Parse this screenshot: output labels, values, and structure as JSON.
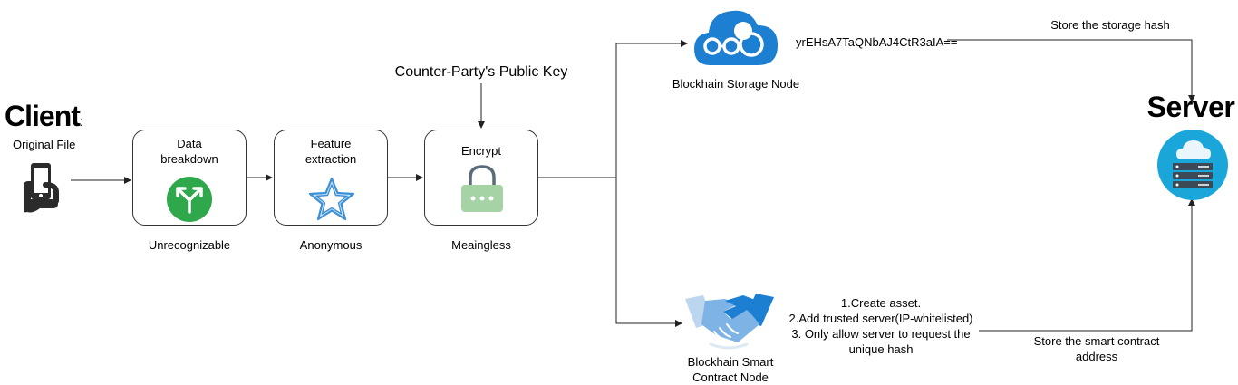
{
  "client": {
    "title": "Client",
    "colon": ":",
    "subtitle": "Original File",
    "icon": "phone-in-hand-icon"
  },
  "steps": [
    {
      "title": "Data\nbreakdown",
      "caption": "Unrecognizable",
      "icon": "branch-split-icon",
      "icon_color": "#2ea84a"
    },
    {
      "title": "Feature\nextraction",
      "caption": "Anonymous",
      "icon": "star-outline-icon",
      "icon_color": "#3c8fd6"
    },
    {
      "title": "Encrypt",
      "caption": "Meaingless",
      "icon": "padlock-icon",
      "icon_color": "#a6d3a6"
    }
  ],
  "public_key_label": "Counter-Party's Public Key",
  "storage_node": {
    "label": "Blockhain Storage Node",
    "icon": "cloud-storage-icon",
    "color": "#1d7fd1"
  },
  "hash_value": "yrEHsA7TaQNbAJ4CtR3aIA==",
  "store_hash_label": "Store the storage hash",
  "server": {
    "title": "Server",
    "icon": "server-cloud-icon",
    "color": "#1ba6d9"
  },
  "smart_contract_node": {
    "label": "Blockhain Smart\nContract Node",
    "icon": "handshake-icon",
    "color": "#1d7fd1"
  },
  "contract_steps": [
    "1.Create asset.",
    "2.Add trusted server(IP-whitelisted)",
    "3. Only allow server to request the",
    "unique hash"
  ],
  "store_contract_label": "Store the smart contract\naddress"
}
